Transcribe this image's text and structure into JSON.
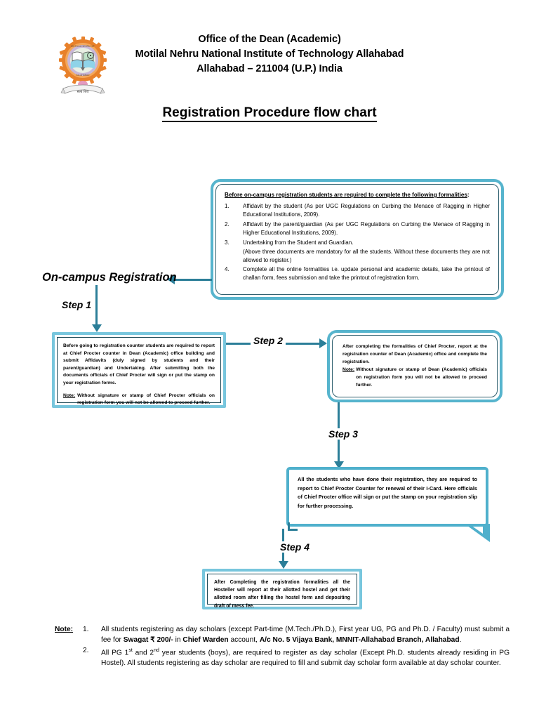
{
  "header": {
    "line1": "Office of the Dean (Academic)",
    "line2": "Motilal Nehru National Institute of Technology Allahabad",
    "line3": "Allahabad – 211004 (U.P.) India",
    "title": "Registration Procedure flow chart",
    "logo_alt": "MNNIT Allahabad institute emblem"
  },
  "colors": {
    "box_border": "#56b4cd",
    "box_inner_border": "#2e5f6e",
    "connector": "#2b7e98",
    "callout": "#4fb0cc",
    "text": "#000000"
  },
  "formalities_box": {
    "heading": "Before on-campus registration students are required to complete the following formalities",
    "heading_suffix": ":",
    "items": [
      {
        "num": "1.",
        "text": "Affidavit by the student (As per UGC Regulations on Curbing the Menace of Ragging in Higher Educational Institutions, 2009)."
      },
      {
        "num": "2.",
        "text": "Affidavit by the parent/guardian (As per UGC Regulations on Curbing the Menace of Ragging in Higher Educational Institutions, 2009)."
      },
      {
        "num": "3.",
        "text": "Undertaking from the Student and Guardian."
      },
      {
        "num": "4.",
        "text": "Complete all the online formalities i.e. update personal and academic details, take the printout of challan form, fees submission and take the printout of registration form."
      }
    ],
    "item3_sub": "(Above three documents are mandatory for all the students. Without these documents they are not allowed to register.)"
  },
  "flow": {
    "on_campus_label": "On-campus Registration",
    "step1_label": "Step 1",
    "step2_label": "Step 2",
    "step3_label": "Step 3",
    "step4_label": "Step 4"
  },
  "step1_box": {
    "paragraph": "Before going to registration counter students are required to report at Chief Procter counter in Dean (Academic) office building and submit Affidavits (duly signed by students and their parent/guardian) and Undertaking. After submitting both the documents officials of Chief Procter will sign or put the stamp on your registration forms.",
    "note_label": "Note:",
    "note_text": "Without signature or stamp of Chief Procter officials on registration form you will not be allowed to proceed further."
  },
  "step2_box": {
    "paragraph": "After completing the formalities of Chief Procter, report at the registration counter of Dean (Academic) office and complete the registration.",
    "note_label": "Note:",
    "note_text": "Without signature or stamp of Dean (Academic) officials on registration form you will not be allowed to proceed further."
  },
  "step3_box": {
    "paragraph": "All the students who have done their registration, they are required to report to Chief Procter Counter for renewal of  their I-Card. Here officials of Chief Procter office will sign or put the stamp on your registration slip for further processing."
  },
  "step4_box": {
    "paragraph": "After Completing the registration formalities all the Hosteller will report at their allotted hostel and get their allotted room after filling the hostel form and depositing draft of mess fee."
  },
  "bottom_note": {
    "label": "Note:",
    "items": [
      {
        "num": "1.",
        "part1": "All students registering as day scholars (except Part-time (M.Tech./Ph.D.), First year UG, PG and Ph.D. / Faculty) must submit a fee for ",
        "bold1": "Swagat ₹ 200/-",
        "part2": " in ",
        "bold2": "Chief Warden",
        "part3": " account, ",
        "bold3": "A/c No. 5 Vijaya Bank, MNNIT-Allahabad Branch, Allahabad",
        "part4": "."
      },
      {
        "num": "2.",
        "text_a": "All PG 1",
        "sup_a": "st",
        "text_b": " and 2",
        "sup_b": "nd",
        "text_c": " year students (boys), are required to register as day scholar (Except Ph.D. students already residing in PG Hostel). All students registering as day scholar are required to fill and submit day scholar form available at day scholar counter."
      }
    ]
  }
}
